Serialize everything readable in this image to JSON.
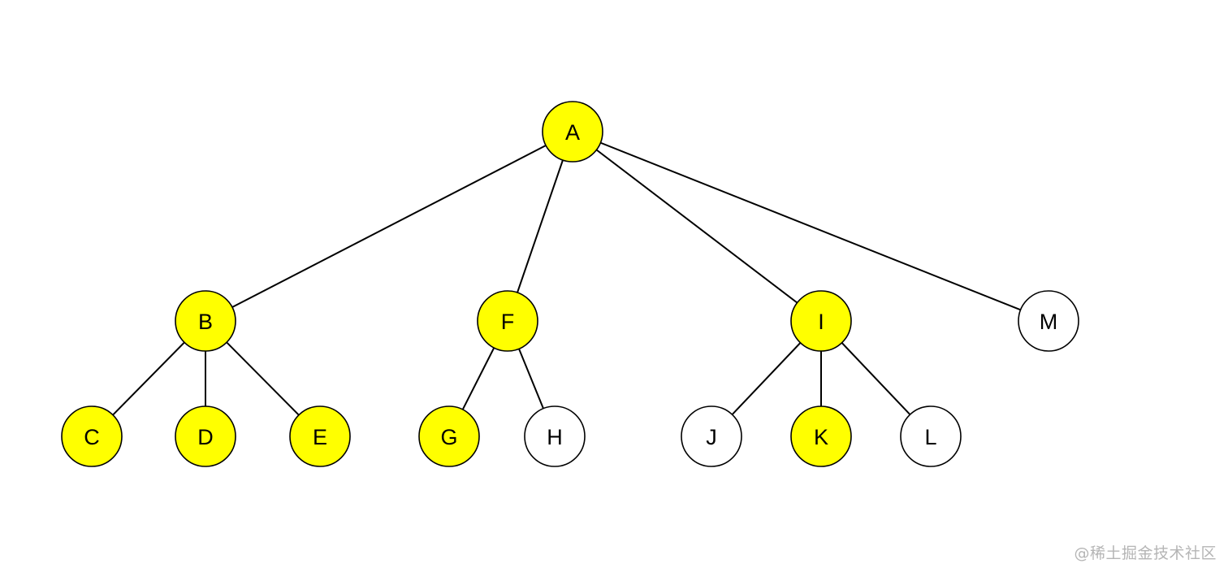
{
  "colors": {
    "highlight": "#ffff00",
    "plain": "#ffffff",
    "stroke": "#000000"
  },
  "tree": {
    "nodes": [
      {
        "id": "A",
        "label": "A",
        "highlighted": true
      },
      {
        "id": "B",
        "label": "B",
        "highlighted": true
      },
      {
        "id": "F",
        "label": "F",
        "highlighted": true
      },
      {
        "id": "I",
        "label": "I",
        "highlighted": true
      },
      {
        "id": "M",
        "label": "M",
        "highlighted": false
      },
      {
        "id": "C",
        "label": "C",
        "highlighted": true
      },
      {
        "id": "D",
        "label": "D",
        "highlighted": true
      },
      {
        "id": "E",
        "label": "E",
        "highlighted": true
      },
      {
        "id": "G",
        "label": "G",
        "highlighted": true
      },
      {
        "id": "H",
        "label": "H",
        "highlighted": false
      },
      {
        "id": "J",
        "label": "J",
        "highlighted": false
      },
      {
        "id": "K",
        "label": "K",
        "highlighted": true
      },
      {
        "id": "L",
        "label": "L",
        "highlighted": false
      }
    ],
    "edges": [
      {
        "from": "A",
        "to": "B"
      },
      {
        "from": "A",
        "to": "F"
      },
      {
        "from": "A",
        "to": "I"
      },
      {
        "from": "A",
        "to": "M"
      },
      {
        "from": "B",
        "to": "C"
      },
      {
        "from": "B",
        "to": "D"
      },
      {
        "from": "B",
        "to": "E"
      },
      {
        "from": "F",
        "to": "G"
      },
      {
        "from": "F",
        "to": "H"
      },
      {
        "from": "I",
        "to": "J"
      },
      {
        "from": "I",
        "to": "K"
      },
      {
        "from": "I",
        "to": "L"
      }
    ]
  },
  "watermark": "@稀土掘金技术社区"
}
